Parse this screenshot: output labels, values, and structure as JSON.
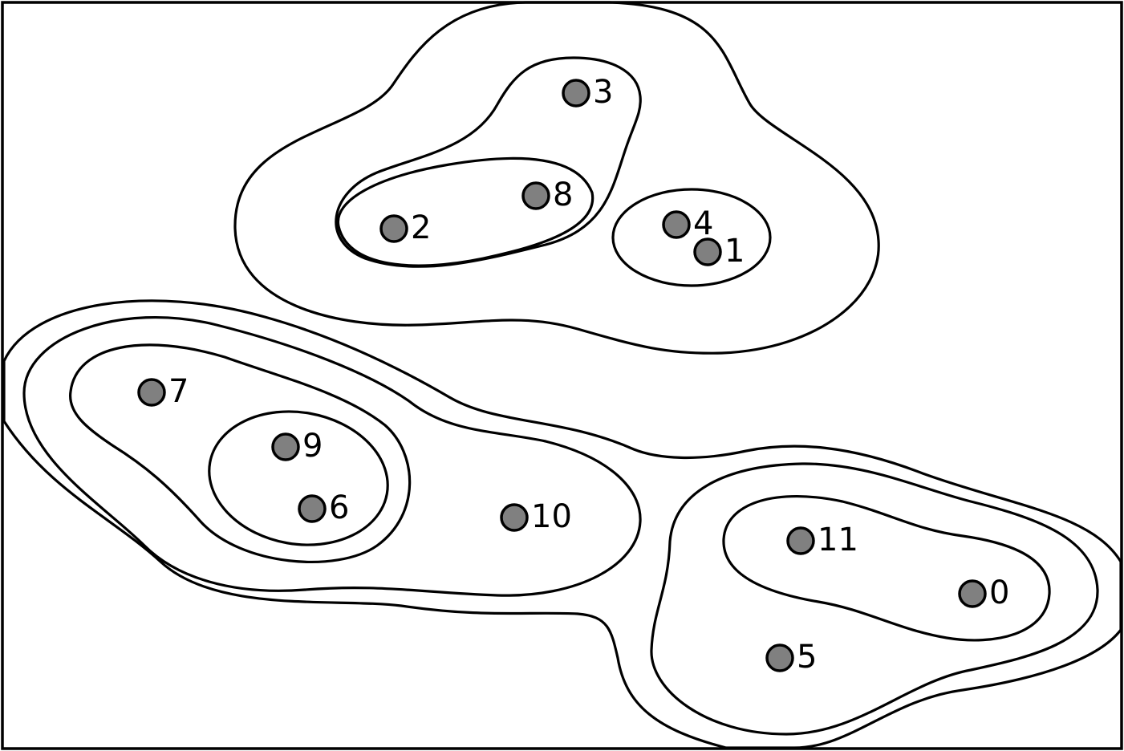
{
  "colors": {
    "node_fill": "#808080",
    "stroke": "#000000",
    "background": "#ffffff"
  },
  "nodes": [
    {
      "id": "0",
      "label": "0"
    },
    {
      "id": "1",
      "label": "1"
    },
    {
      "id": "2",
      "label": "2"
    },
    {
      "id": "3",
      "label": "3"
    },
    {
      "id": "4",
      "label": "4"
    },
    {
      "id": "5",
      "label": "5"
    },
    {
      "id": "6",
      "label": "6"
    },
    {
      "id": "7",
      "label": "7"
    },
    {
      "id": "8",
      "label": "8"
    },
    {
      "id": "9",
      "label": "9"
    },
    {
      "id": "10",
      "label": "10"
    },
    {
      "id": "11",
      "label": "11"
    }
  ],
  "clusters": [
    {
      "id": "outer-top",
      "members": [
        "1",
        "2",
        "3",
        "4",
        "8"
      ]
    },
    {
      "id": "top-2-8-3",
      "members": [
        "2",
        "3",
        "8"
      ]
    },
    {
      "id": "top-2-8",
      "members": [
        "2",
        "8"
      ]
    },
    {
      "id": "top-4-1",
      "members": [
        "1",
        "4"
      ]
    },
    {
      "id": "outer-bottom",
      "members": [
        "0",
        "5",
        "6",
        "7",
        "9",
        "10",
        "11"
      ]
    },
    {
      "id": "left-7-9-6-10",
      "members": [
        "6",
        "7",
        "9",
        "10"
      ]
    },
    {
      "id": "left-7-9-6",
      "members": [
        "6",
        "7",
        "9"
      ]
    },
    {
      "id": "left-9-6",
      "members": [
        "6",
        "9"
      ]
    },
    {
      "id": "right-11-0-5",
      "members": [
        "0",
        "5",
        "11"
      ]
    },
    {
      "id": "right-11-0",
      "members": [
        "0",
        "11"
      ]
    }
  ]
}
